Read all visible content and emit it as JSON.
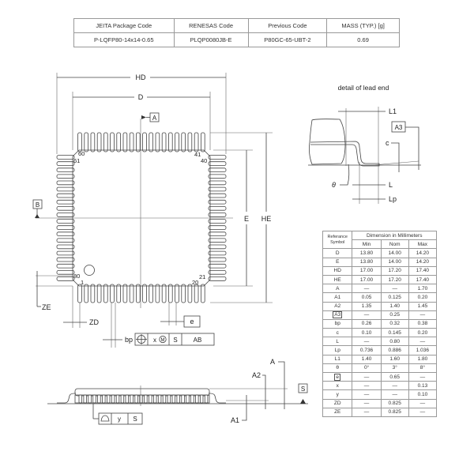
{
  "package_table": {
    "headers": [
      "JEITA Package Code",
      "RENESAS Code",
      "Previous Code",
      "MASS (TYP.) [g]"
    ],
    "values": [
      "P-LQFP80-14x14-0.65",
      "PLQP0080JB-E",
      "P80GC-65-UBT-2",
      "0.69"
    ]
  },
  "top_view": {
    "hd_label": "HD",
    "d_label": "D",
    "e_label": "E",
    "he_label": "HE",
    "datum_a": "A",
    "datum_b": "B",
    "pin_60": "60",
    "pin_61": "61",
    "pin_41": "41",
    "pin_40": "40",
    "pin_80": "80",
    "pin_1": "1",
    "pin_20": "20",
    "pin_21": "21",
    "ze_label": "ZE",
    "zd_label": "ZD",
    "e_pitch_label": "e",
    "bp_label": "bp",
    "tolerance_frame": [
      "x",
      "M",
      "S",
      "AB"
    ]
  },
  "lead_detail": {
    "title": "detail of lead end",
    "l1_label": "L1",
    "a3_label": "A3",
    "c_label": "c",
    "theta_label": "θ",
    "l_label": "L",
    "lp_label": "Lp"
  },
  "side_view": {
    "a_label": "A",
    "a2_label": "A2",
    "a1_label": "A1",
    "datum_s": "S",
    "flatness_frame": [
      "y",
      "S"
    ]
  },
  "dimension_table": {
    "header_symbol": "Referance Symbol",
    "header_dim": "Dimension in Millimeters",
    "columns": [
      "Min",
      "Nom",
      "Max"
    ],
    "rows": [
      {
        "symbol": "D",
        "min": "13.80",
        "nom": "14.00",
        "max": "14.20"
      },
      {
        "symbol": "E",
        "min": "13.80",
        "nom": "14.00",
        "max": "14.20"
      },
      {
        "symbol": "HD",
        "min": "17.00",
        "nom": "17.20",
        "max": "17.40"
      },
      {
        "symbol": "HE",
        "min": "17.00",
        "nom": "17.20",
        "max": "17.40"
      },
      {
        "symbol": "A",
        "min": "—",
        "nom": "—",
        "max": "1.70"
      },
      {
        "symbol": "A1",
        "min": "0.05",
        "nom": "0.125",
        "max": "0.20"
      },
      {
        "symbol": "A2",
        "min": "1.35",
        "nom": "1.40",
        "max": "1.45"
      },
      {
        "symbol": "A3",
        "min": "—",
        "nom": "0.25",
        "max": "—",
        "boxed": true
      },
      {
        "symbol": "bp",
        "min": "0.26",
        "nom": "0.32",
        "max": "0.38"
      },
      {
        "symbol": "c",
        "min": "0.10",
        "nom": "0.145",
        "max": "0.20"
      },
      {
        "symbol": "L",
        "min": "—",
        "nom": "0.80",
        "max": "—"
      },
      {
        "symbol": "Lp",
        "min": "0.736",
        "nom": "0.886",
        "max": "1.036"
      },
      {
        "symbol": "L1",
        "min": "1.40",
        "nom": "1.60",
        "max": "1.80"
      },
      {
        "symbol": "θ",
        "min": "0°",
        "nom": "3°",
        "max": "8°"
      },
      {
        "symbol": "e",
        "min": "—",
        "nom": "0.65",
        "max": "—",
        "boxed": true
      },
      {
        "symbol": "x",
        "min": "—",
        "nom": "—",
        "max": "0.13"
      },
      {
        "symbol": "y",
        "min": "—",
        "nom": "—",
        "max": "0.10"
      },
      {
        "symbol": "ZD",
        "min": "—",
        "nom": "0.825",
        "max": "—"
      },
      {
        "symbol": "ZE",
        "min": "—",
        "nom": "0.825",
        "max": "—"
      }
    ]
  }
}
